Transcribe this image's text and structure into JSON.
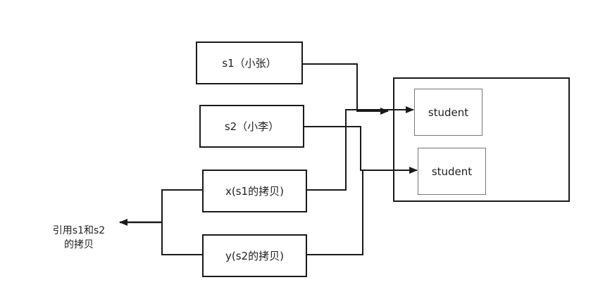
{
  "refs": {
    "s1": "s1（小张）",
    "s2": "s2（小李）",
    "x": "x(s1的拷贝)",
    "y": "y(s2的拷贝)"
  },
  "objects": {
    "student1": "student",
    "student2": "student"
  },
  "note": {
    "line1": "引用s1和s2",
    "line2": "的拷贝"
  },
  "colors": {
    "line": "#1a1a1a",
    "inner_border": "#777777"
  }
}
